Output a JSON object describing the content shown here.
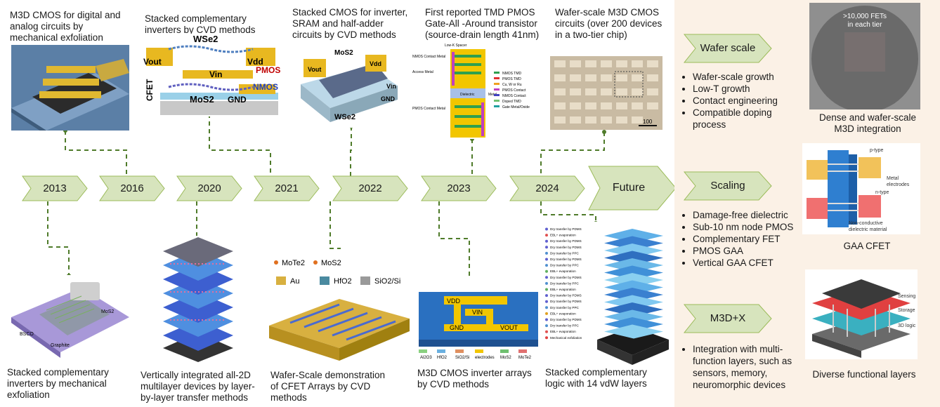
{
  "timeline": [
    {
      "year": "2013"
    },
    {
      "year": "2016"
    },
    {
      "year": "2020"
    },
    {
      "year": "2021"
    },
    {
      "year": "2022"
    },
    {
      "year": "2023"
    },
    {
      "year": "2024"
    },
    {
      "year": "Future"
    }
  ],
  "top_captions": [
    "M3D CMOS for digital and\nanalog circuits by\nmechanical exfoliation",
    "Stacked complementary\ninverters by CVD methods",
    "Stacked CMOS for inverter,\nSRAM and half-adder\ncircuits by CVD methods",
    "First reported TMD PMOS\nGate-All -Around transistor\n(source-drain length 41nm)",
    "Wafer-scale M3D CMOS\ncircuits (over 200 devices\nin a two-tier chip)"
  ],
  "bottom_captions": [
    "Stacked complementary\ninverters by mechanical\nexfoliation",
    "Vertically integrated all-2D\nmultilayer devices by layer-\nby-layer transfer methods",
    "Wafer-Scale demonstration\nof CFET Arrays by CVD\nmethods",
    "M3D CMOS inverter arrays\nby CVD methods",
    "Stacked complementary\nlogic with 14 vdW layers"
  ],
  "cfet_fig": {
    "wse2": "WSe2",
    "vout": "Vout",
    "vdd": "Vdd",
    "pmos": "PMOS",
    "vin": "Vin",
    "nmos": "NMOS",
    "cfet": "CFET",
    "mos2": "MoS2",
    "gnd": "GND"
  },
  "stacked_fig": {
    "mos2": "MoS2",
    "vout": "Vout",
    "vdd": "Vdd",
    "vin": "Vin",
    "gnd": "GND",
    "wse2": "WSe2"
  },
  "gaa_fig": {
    "low_k": "Low-K Spacer",
    "nmos_contact": "NMOS Contact Metal",
    "access": "Access Metal",
    "dielectric": "Dielectric",
    "metal": "Metal",
    "pmos_contact": "PMOS Contact Metal",
    "legend": [
      "NMOS TMD",
      "PMOS TMD",
      "Cu, W or Ru",
      "PMOS Contact",
      "NMOS Contact",
      "Doped TMD",
      "Gate Metal/Oxide"
    ]
  },
  "wafer_fig": {
    "scale": "100"
  },
  "exf_fig": {
    "hbn": "BSCO",
    "graphite": "Graphite",
    "mos2": "MoS2"
  },
  "cfet_array_fig": {
    "legend": [
      "MoTe2",
      "MoS2",
      "Au",
      "HfO2",
      "SiO2/Si"
    ]
  },
  "inv_array_fig": {
    "vdd": "VDD",
    "vin": "VIN",
    "gnd": "GND",
    "vout": "VOUT",
    "legend": [
      "Al2O3",
      "HfO2",
      "SiO2/Si",
      "electrodes",
      "MoS2",
      "MoTe2"
    ]
  },
  "vdw_fig": {
    "steps": [
      "Dry transfer by PDMS",
      "EBL+ evaporation",
      "Dry transfer by PDMS",
      "Dry transfer by PDMS",
      "Dry transfer by PPC",
      "Dry transfer by PDMS",
      "Dry transfer by PPC",
      "EBL+ evaporation",
      "Dry transfer by PDMS",
      "Dry transfer by PPC",
      "EBL+ evaporation",
      "Dry transfer by PDMS",
      "Dry transfer by PDMS",
      "Dry transfer by PPC",
      "EBL+ evaporation",
      "Dry transfer by PDMS",
      "Dry transfer by PPC",
      "EBL+ evaporation",
      "Mechanical exfoliation"
    ]
  },
  "right_panel": {
    "wafer": {
      "label": "Wafer scale",
      "bullets": [
        "Wafer-scale growth",
        "Low-T growth",
        "Contact engineering",
        "Compatible doping\nprocess"
      ],
      "image_text": ">10,000 FETs\nin each tier",
      "caption": "Dense and wafer-scale\nM3D integration"
    },
    "scaling": {
      "label": "Scaling",
      "bullets": [
        "Damage-free dielectric",
        "Sub-10 nm node PMOS",
        "Complementary FET",
        "PMOS GAA",
        "Vertical GAA CFET"
      ],
      "fig": {
        "ptype": "p-type",
        "metal": "Metal\nelectrodes",
        "ntype": "n-type",
        "nonc": "Non-conductive\ndielectric material"
      },
      "caption": "GAA CFET"
    },
    "m3dx": {
      "label": "M3D+X",
      "bullets": [
        "Integration with multi-\nfunction layers, such as\nsensors, memory,\nneuromorphic devices"
      ],
      "fig": {
        "sensing": "Sensing",
        "storage": "Storage",
        "logic": "3D logic"
      },
      "caption": "Diverse functional layers"
    }
  },
  "colors": {
    "arrow_fill": "#d7e4bd",
    "arrow_stroke": "#9bbb59",
    "connector": "#4f7b2a",
    "panel_bg": "#fbf1e6"
  }
}
